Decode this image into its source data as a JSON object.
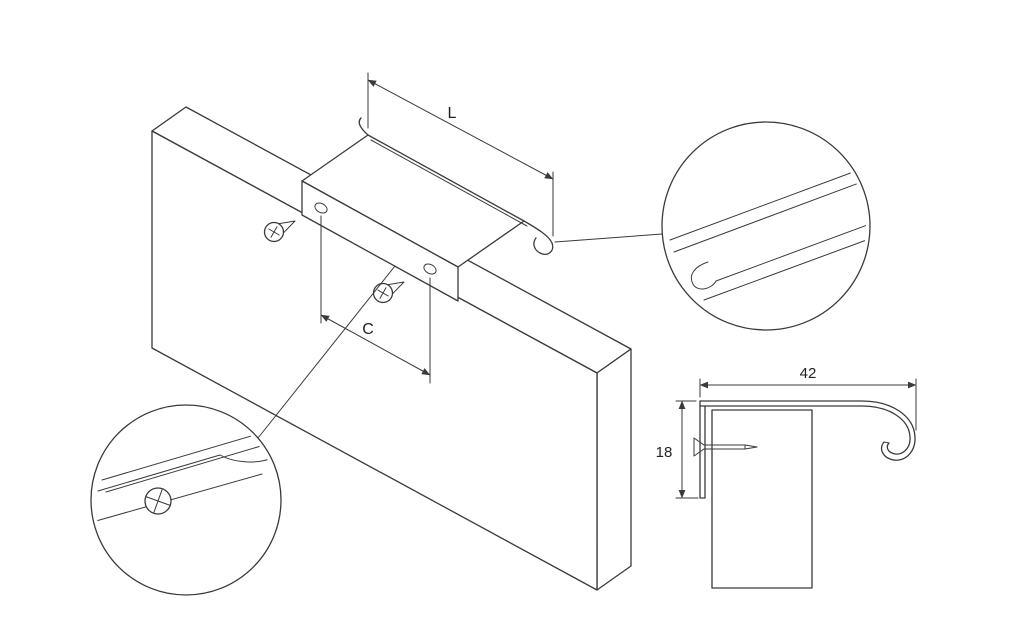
{
  "drawing": {
    "dimension_labels": {
      "handle_length": "L",
      "hole_spacing": "C",
      "profile_depth": "42",
      "profile_height": "18"
    },
    "colors": {
      "line": "#3a3a3a",
      "text": "#222222",
      "background": "#ffffff"
    }
  }
}
